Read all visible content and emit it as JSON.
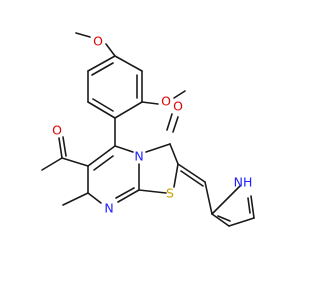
{
  "molecule": {
    "atoms": {
      "o_methoxy_top": {
        "text": "O",
        "color": "#e00000"
      },
      "o_methoxy_side": {
        "text": "O",
        "color": "#e00000"
      },
      "o_acetyl": {
        "text": "O",
        "color": "#e00000"
      },
      "o_carbonyl": {
        "text": "O",
        "color": "#e00000"
      },
      "n_ring": {
        "text": "N",
        "color": "#2020ff"
      },
      "n_imine": {
        "text": "N",
        "color": "#2020ff"
      },
      "s_thiazole": {
        "text": "S",
        "color": "#c8a000"
      },
      "nh_pyrrole": {
        "text": "NH",
        "color": "#2020ff"
      }
    }
  }
}
